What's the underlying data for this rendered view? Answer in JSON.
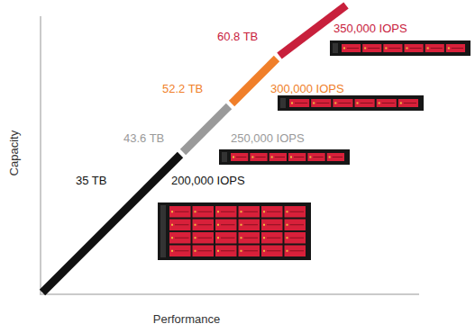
{
  "diagram": {
    "labels": [
      "Capacity",
      "Performance",
      "35 TB",
      "200,000 IOPS",
      "43.6 TB",
      "250,000 IOPS",
      "52.2 TB",
      "300,000 IOPS",
      "60.8 TB",
      "350,000 IOPS"
    ]
  }
}
